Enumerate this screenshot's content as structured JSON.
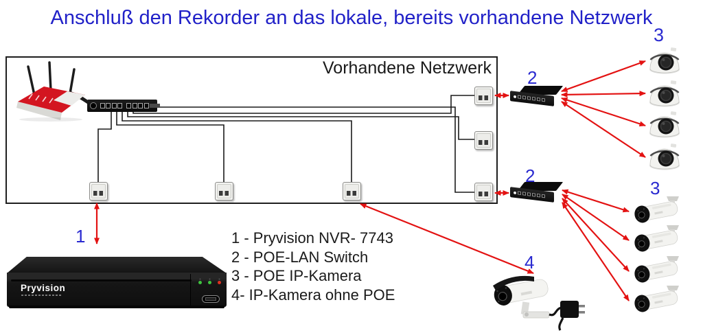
{
  "title": "Anschluß den Rekorder an das lokale, bereits vorhandene Netzwerk",
  "network_box": {
    "label": "Vorhandene Netzwerk"
  },
  "markers": {
    "corner": "3",
    "switch_top": "2",
    "switch_bottom": "2",
    "dome_group": "3",
    "bullet_group": "3",
    "nvr": "1",
    "camera_no_poe": "4"
  },
  "legend": {
    "items": [
      "1 - Pryvision NVR- 7743",
      "2 - POE-LAN Switch",
      "3 - POE IP-Kamera",
      "4- IP-Kamera ohne POE"
    ]
  },
  "nvr": {
    "brand": "Pryvision"
  },
  "colors": {
    "title": "#2121c8",
    "marker": "#2a2ad0",
    "arrow": "#e31212",
    "router": "#d31520"
  }
}
